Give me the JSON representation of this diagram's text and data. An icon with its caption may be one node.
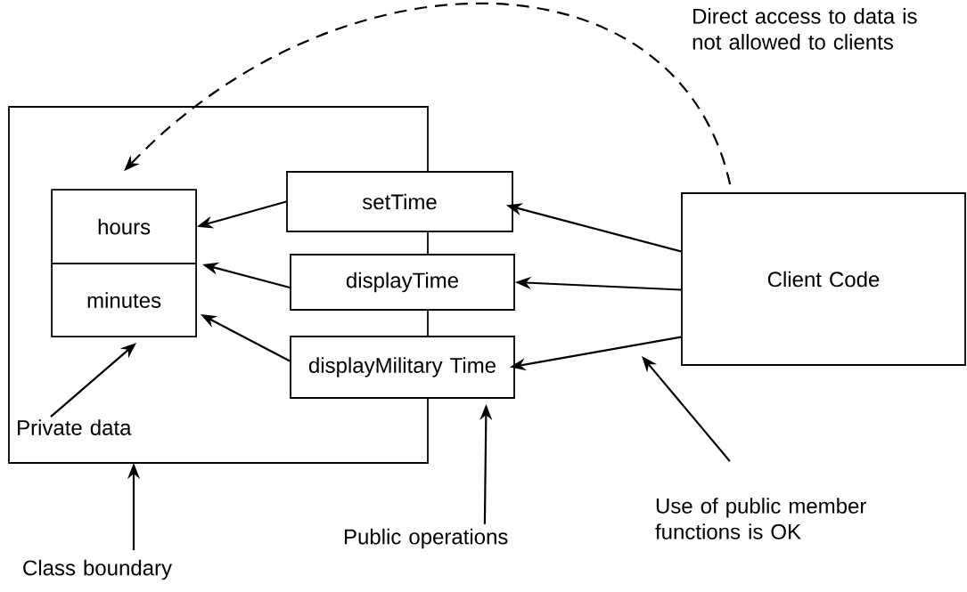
{
  "diagram": {
    "nodes": [
      {
        "text": [],
        "shape": "box"
      },
      {
        "text": [
          "hours"
        ],
        "in": 0
      },
      {
        "text": [
          "minutes"
        ],
        "in": 0
      },
      {
        "text": [
          "setTime"
        ]
      },
      {
        "text": [
          "displayTime"
        ]
      },
      {
        "text": [
          "displayMilitary Time"
        ]
      },
      {
        "text": [
          "Client Code"
        ]
      },
      {
        "text": [
          "Private data"
        ],
        "in": 0
      },
      {
        "text": [
          "Public operations"
        ]
      },
      {
        "text": [
          "Use of public member functions is OK"
        ]
      },
      {
        "text": [
          "Class boundary"
        ]
      }
    ],
    "edges": [
      {
        "from": 3,
        "to": 1,
        "arrow": "to"
      },
      {
        "from": 4,
        "to": 1,
        "arrow": "to"
      },
      {
        "from": 5,
        "to": 2,
        "arrow": "to"
      },
      {
        "from": 6,
        "to": 3,
        "arrow": "to"
      },
      {
        "from": 6,
        "to": 4,
        "arrow": "to"
      },
      {
        "from": 6,
        "to": 5,
        "arrow": "to"
      },
      {
        "from": 6,
        "to": 1,
        "arrow": "to",
        "style": "dashed"
      },
      {
        "from": 7,
        "to": 2,
        "arrow": "to"
      },
      {
        "from": 8,
        "to": 5,
        "arrow": "to"
      },
      {
        "from": 9,
        "to": null,
        "arrow": "to"
      },
      {
        "from": 10,
        "to": 0,
        "arrow": "to"
      }
    ],
    "labels": [
      "Direct access to data is not allowed to clients"
    ]
  }
}
